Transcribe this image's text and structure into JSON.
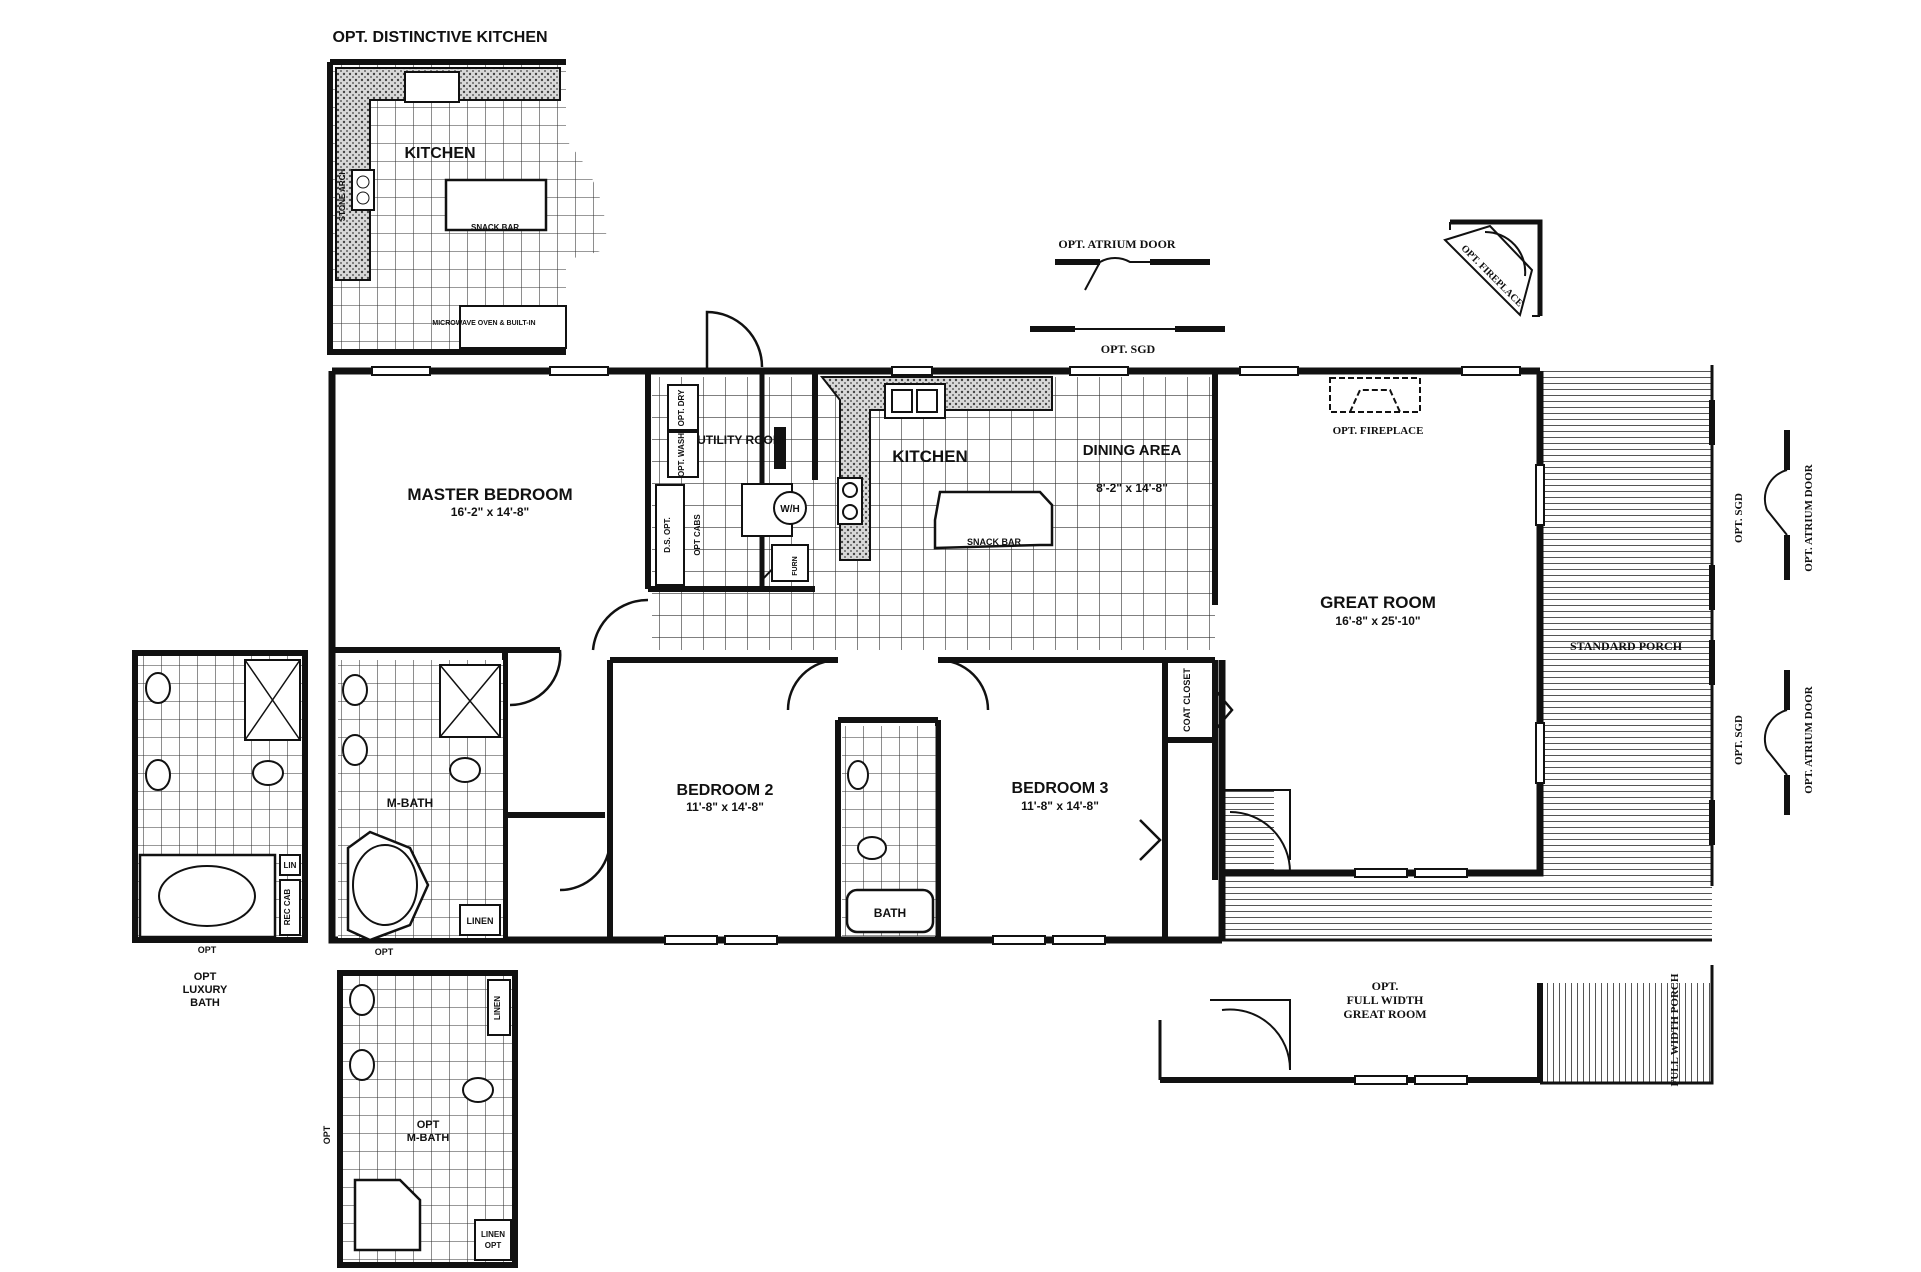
{
  "title": "",
  "colors": {
    "ink": "#111111",
    "paper": "#ffffff",
    "tile": "#333333",
    "counter": "#6d6d6d"
  },
  "rooms": {
    "master_bedroom": {
      "name": "MASTER BEDROOM",
      "dims": "16'-2\" x 14'-8\""
    },
    "utility_room": {
      "name": "UTILITY ROOM"
    },
    "kitchen": {
      "name": "KITCHEN"
    },
    "dining_area": {
      "name": "DINING AREA",
      "dims": "8'-2\" x 14'-8\""
    },
    "great_room": {
      "name": "GREAT ROOM",
      "dims": "16'-8\" x 25'-10\""
    },
    "bedroom_2": {
      "name": "BEDROOM 2",
      "dims": "11'-8\" x 14'-8\""
    },
    "bedroom_3": {
      "name": "BEDROOM 3",
      "dims": "11'-8\" x 14'-8\""
    },
    "m_bath": {
      "name": "M-BATH"
    },
    "bath": {
      "name": "BATH"
    }
  },
  "fixtures": {
    "snack_bar": "SNACK BAR",
    "opt_fireplace": "OPT. FIREPLACE",
    "coat_closet": "COAT CLOSET",
    "linen": "LINEN",
    "lin": "LIN",
    "rec_cab": "REC CAB",
    "opt_dry": "OPT. DRY",
    "opt_wash": "OPT. WASH",
    "ds_opt": "D.S. OPT.",
    "opt_cabs": "OPT CABS",
    "wh": "W/H",
    "furn": "FURN",
    "opt": "OPT",
    "standard_porch": "STANDARD PORCH",
    "opt_sgd": "OPT. SGD",
    "opt_atrium_door": "OPT. ATRIUM DOOR",
    "stone_arch": "STONE ARCH",
    "microwave": "MICROWAVE OVEN & BUILT-IN"
  },
  "options": {
    "distinctive_kitchen": "OPT. DISTINCTIVE KITCHEN",
    "luxury_bath_line1": "OPT",
    "luxury_bath_line2": "LUXURY",
    "luxury_bath_line3": "BATH",
    "opt_mbath_line1": "OPT",
    "opt_mbath_line2": "M-BATH",
    "linen_opt_line1": "LINEN",
    "linen_opt_line2": "OPT",
    "full_width_great_room_line1": "OPT.",
    "full_width_great_room_line2": "FULL WIDTH",
    "full_width_great_room_line3": "GREAT ROOM",
    "full_width_porch": "FULL WIDTH PORCH"
  }
}
